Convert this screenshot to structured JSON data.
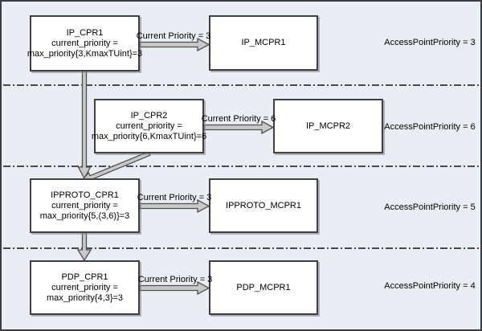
{
  "diagram_title": "Connection priority propagation diagram",
  "colors": {
    "canvas_background": "#e9edf4",
    "node_fill": "#ffffff",
    "node_border": "#3f3f3f",
    "arrow_fill": "#c9c9c9",
    "arrow_outline": "#4f4f4f",
    "separator_line": "#4a4a4a",
    "outer_border": "#3c3c42"
  },
  "icons": {
    "block-arrow": "outlined gray block arrow connector",
    "dash-dot-separator": "horizontal dash-dot section divider"
  },
  "sections": [
    {
      "label": "AccessPointPriority = 3"
    },
    {
      "label": "AccessPointPriority = 6"
    },
    {
      "label": "AccessPointPriority = 5"
    },
    {
      "label": "AccessPointPriority = 4"
    }
  ],
  "nodes": {
    "ip_cpr1": {
      "title": "IP_CPR1",
      "line2": "current_priority =",
      "line3": "max_priority{3,KmaxTUint}=3"
    },
    "ip_mcpr1": {
      "title": "IP_MCPR1"
    },
    "ip_cpr2": {
      "title": "IP_CPR2",
      "line2": "current_priority =",
      "line3": "max_priority{6,KmaxTUint}=6"
    },
    "ip_mcpr2": {
      "title": "IP_MCPR2"
    },
    "ipproto_cpr1": {
      "title": "IPPROTO_CPR1",
      "line2": "current_priority =",
      "line3": "max_priority{5,(3,6)}=3"
    },
    "ipproto_mcpr1": {
      "title": "IPPROTO_MCPR1"
    },
    "pdp_cpr1": {
      "title": "PDP_CPR1",
      "line2": "current_priority =",
      "line3": "max_priority{4,3}=3"
    },
    "pdp_mcpr1": {
      "title": "PDP_MCPR1"
    }
  },
  "edges": {
    "ip1": {
      "label": "Current Priority = 3"
    },
    "ip2": {
      "label": "Current Priority = 6"
    },
    "ipproto": {
      "label": "Current Priority = 3"
    },
    "pdp": {
      "label": "Current Priority = 3"
    }
  }
}
